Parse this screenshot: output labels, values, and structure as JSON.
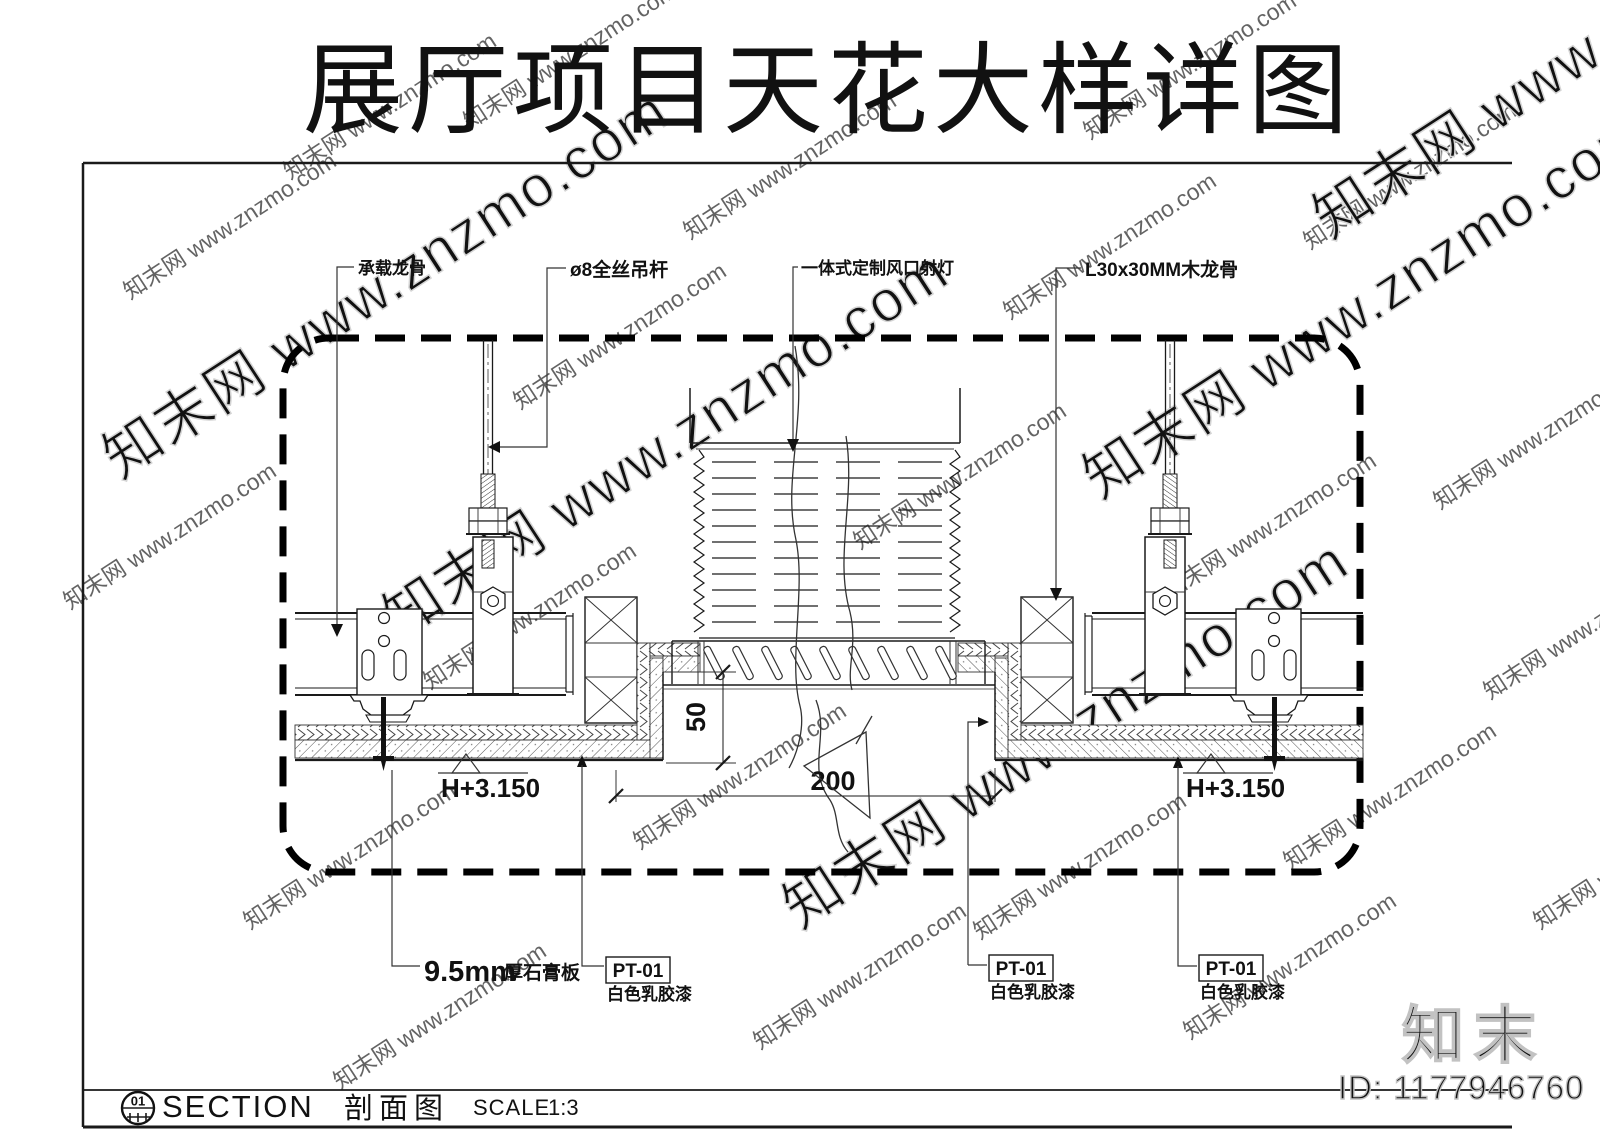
{
  "title": "展厅项目天花大样详图",
  "callouts": {
    "load_keel": "承载龙骨",
    "hanger_rod": "ø8全丝吊杆",
    "vent_light": "一体式定制风口射灯",
    "wood_keel": "L30x30MM木龙骨"
  },
  "materials": {
    "gypsum_thickness": "9.5mm",
    "gypsum_board": "厚石膏板",
    "paint_code": "PT-01",
    "paint_name": "白色乳胶漆"
  },
  "dimensions": {
    "opening_width": "200",
    "reveal_depth": "50",
    "level_left": "H+3.150",
    "level_right": "H+3.150"
  },
  "titleblock": {
    "bubble_number": "01",
    "view_name_en": "SECTION",
    "view_name_cn": "剖面图",
    "scale_label": "SCALE",
    "scale_value": "1:3"
  },
  "watermark": {
    "tile_text": "知末网 www.znzmo.com",
    "logo_text": "知末",
    "id_text": "ID: 1177946760"
  }
}
